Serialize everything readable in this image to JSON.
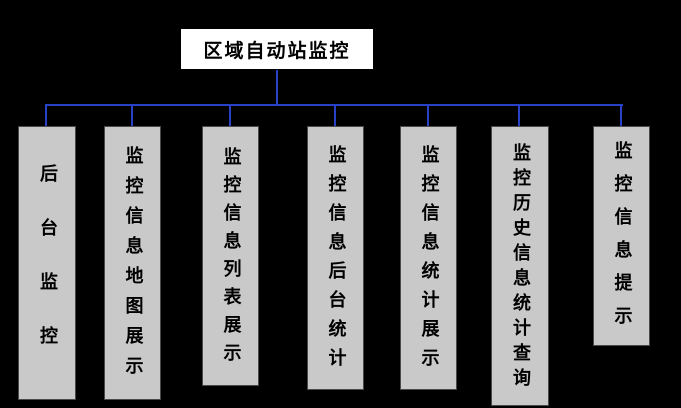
{
  "diagram": {
    "root": {
      "label": "区域自动站监控"
    },
    "children": [
      {
        "label": "后台监控"
      },
      {
        "label": "监控信息地图展示"
      },
      {
        "label": "监控信息列表展示"
      },
      {
        "label": "监控信息后台统计"
      },
      {
        "label": "监控信息统计展示"
      },
      {
        "label": "监控历史信息统计查询"
      },
      {
        "label": "监控信息提示"
      }
    ],
    "colors": {
      "background": "#000000",
      "connector": "#2742c6",
      "node_fill": "#c9c9c9",
      "root_fill": "#ffffff",
      "text": "#000000"
    }
  }
}
